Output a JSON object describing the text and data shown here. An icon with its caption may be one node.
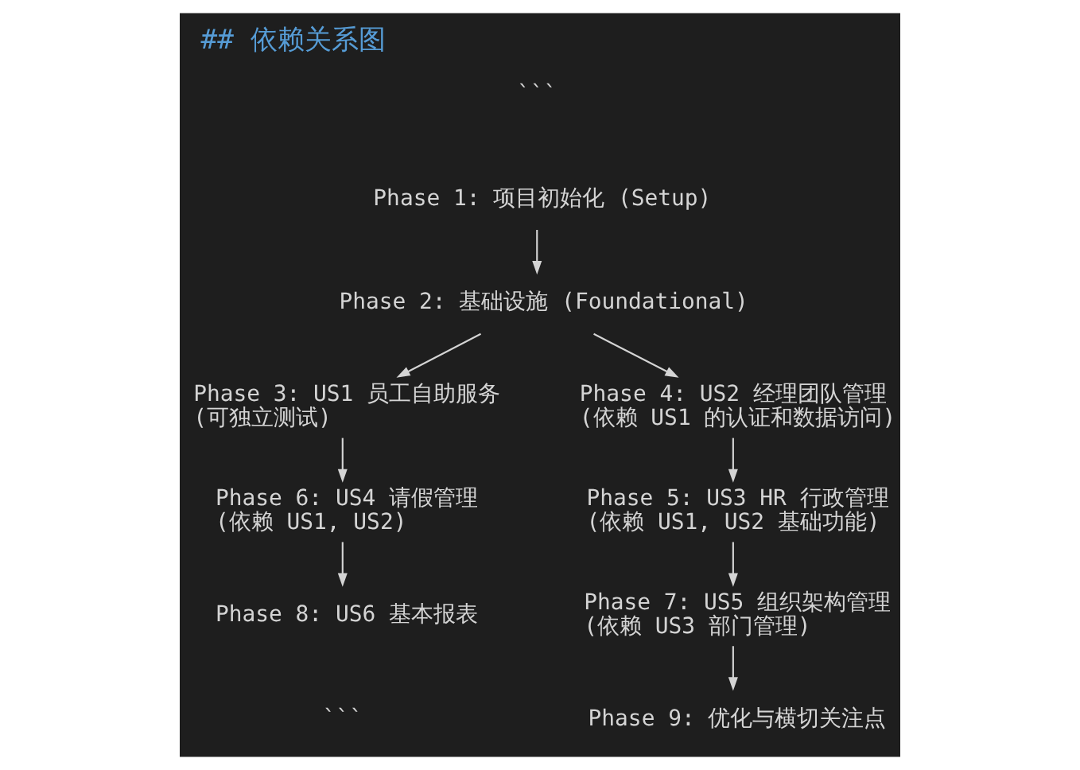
{
  "diagram": {
    "title": "## 依赖关系图",
    "nodes": [
      {
        "text": [
          "Phase 1: 项目初始化 (Setup)"
        ]
      },
      {
        "text": [
          "Phase 2: 基础设施 (Foundational)"
        ]
      },
      {
        "text": [
          "Phase 3: US1 员工自助服务",
          "(可独立测试)"
        ]
      },
      {
        "text": [
          "Phase 4: US2 经理团队管理",
          "(依赖 US1 的认证和数据访问)"
        ]
      },
      {
        "text": [
          "Phase 5: US3 HR 行政管理",
          "(依赖 US1, US2 基础功能)"
        ]
      },
      {
        "text": [
          "Phase 6: US4 请假管理",
          "(依赖 US1, US2)"
        ]
      },
      {
        "text": [
          "Phase 7: US5 组织架构管理",
          "(依赖 US3 部门管理)"
        ]
      },
      {
        "text": [
          "Phase 8: US6 基本报表"
        ]
      },
      {
        "text": [
          "Phase 9: 优化与横切关注点"
        ]
      }
    ],
    "edges": [
      {
        "from": 0,
        "to": 1,
        "arrow": "to"
      },
      {
        "from": 1,
        "to": 2,
        "arrow": "to"
      },
      {
        "from": 1,
        "to": 3,
        "arrow": "to"
      },
      {
        "from": 3,
        "to": 4,
        "arrow": "to"
      },
      {
        "from": 2,
        "to": 5,
        "arrow": "to"
      },
      {
        "from": 4,
        "to": 6,
        "arrow": "to"
      },
      {
        "from": 5,
        "to": 7,
        "arrow": "to"
      },
      {
        "from": 6,
        "to": 8,
        "arrow": "to"
      }
    ],
    "labels": [
      "```",
      "```"
    ]
  }
}
